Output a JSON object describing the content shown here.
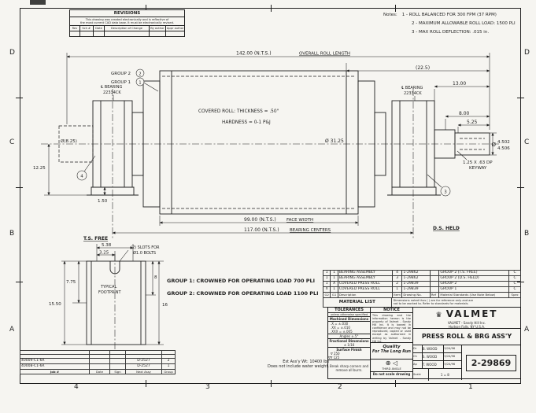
{
  "rev": {
    "title": "REVISIONS",
    "note1": "This drawing was created electronically and is reflective of",
    "note2": "the most current CAD data base.  It must be electronically revised.",
    "cols": [
      "Rev",
      "Sch #",
      "Date",
      "Description of Change",
      "By author",
      "Appr author"
    ]
  },
  "zones": {
    "letters": [
      "D",
      "C",
      "B",
      "A"
    ],
    "numbers": [
      "4",
      "3",
      "2",
      "1"
    ]
  },
  "notes": {
    "label": "Notes:",
    "n1": "1 - ROLL BALANCED FOR 300 FPM (37 RPM)",
    "n2": "2 - MAXIMUM ALLOWABLE ROLL LOAD: 1500 PLI",
    "n3": "3 - MAX ROLL DEFLECTION: .015 in."
  },
  "dwg": {
    "overall_len": "142.00 (N.T.S.)",
    "overall_len_lbl": "OVERALL ROLL LENGTH",
    "ref_22_5": "(22.5)",
    "dim_13": "13.00",
    "dim_8": "8.00",
    "dim_5_25": "5.25",
    "dia_sym": "Ø",
    "shaft_dia_top": "4.502",
    "shaft_dia_bot": "4.506",
    "keyway1": "1.25 X .63 DP",
    "keyway2": "KEYWAY",
    "cover1": "COVERED ROLL:  THICKNESS = .50\"",
    "cover2": "HARDNESS  =  0-1 P&J",
    "body_dia": "Ø 31.25",
    "journal_dia": "Ø(8.25)",
    "dim_12_25": "12.25",
    "dim_1_50": "1.50",
    "face_w": "99.00 (N.T.S.)",
    "face_w_lbl": "FACE WIDTH",
    "brg_c": "117.00 (N.T.S.)",
    "brg_c_lbl": "BEARING CENTERS",
    "ts": "T.S. FREE",
    "ds": "D.S. HELD",
    "brg_cl1": "℄ BEARING",
    "brg_cl2": "22334CK",
    "grp2": "GROUP 2",
    "grp1": "GROUP 1",
    "b1": "1",
    "b2": "2",
    "b3": "3",
    "b4": "4"
  },
  "fp": {
    "d538": "5.38",
    "d325": "3.25",
    "slots1": "(2) SLOTS FOR",
    "slots2": "Ø1.0 BOLTS",
    "d775": "7.75",
    "d1550": "15.50",
    "d16": "16",
    "d8": "8",
    "lbl1": "TYPICAL",
    "lbl2": "FOOTPRINT"
  },
  "gn": {
    "g1": "GROUP 1:  CROWNED FOR OPERATING LOAD 700 PLI",
    "g2": "GROUP 2:  CROWNED FOR OPERATING LOAD 1100 PLI"
  },
  "ml": {
    "rows": [
      {
        "q2": "1",
        "q1": "1",
        "desc": "BEARING ASSEMBLY",
        "item": "4",
        "dwg": "1-29862",
        "ref": "",
        "note": "GROUP 2 (T.S. FREE)",
        "spec": "C"
      },
      {
        "q2": "1",
        "q1": "1",
        "desc": "BEARING ASSEMBLY",
        "item": "3",
        "dwg": "1-29862",
        "ref": "",
        "note": "GROUP 2 (D.S. HELD)",
        "spec": "C"
      },
      {
        "q2": "1",
        "q1": "X",
        "desc": "COVERED PRESS ROLL",
        "item": "2",
        "dwg": "1-29839",
        "ref": "",
        "note": "GROUP 2",
        "spec": "C"
      },
      {
        "q2": "X",
        "q1": "1",
        "desc": "COVERED PRESS ROLL",
        "item": "1",
        "dwg": "1-29839",
        "ref": "",
        "note": "GROUP 1",
        "spec": "C"
      }
    ],
    "h_q2": "G2",
    "h_q1": "G1",
    "h_desc": "Description",
    "h_item": "Item",
    "h_dwg": "Drawing No.",
    "h_ref": "Ref",
    "h_note": "Material Standards (Use Note Below)",
    "h_spec": "Spec",
    "title": "MATERIAL LIST",
    "fine1": "Dimensions noted thus ( ) are for reference only and are",
    "fine2": "not to be worked to.  Refer to standards for materials."
  },
  "tol": {
    "title": "TOLERANCES",
    "sub": "unless otherwise specified",
    "mach": "Machined Dimensions",
    "m1": ".X   =  ±.030",
    "m2": ".XX  =  ±.010",
    "m3": ".XXX =  ±.005",
    "ang": "Angles ±.5°",
    "frac": "Fractional Dimensions",
    "fracv": "± 1/16",
    "fin": "Surface Finish",
    "f1": "∇  250",
    "f2": "∇∇  125",
    "f3": "∇∇∇  63",
    "f4": "∇∇∇∇  32",
    "note1": "Break sharp corners and",
    "note2": "remove all burrs."
  },
  "ntc": {
    "title": "NOTICE",
    "body": "This drawing and the information hereon is the property of Valmet - Sandy Hill Inc. It is loaned in confidence and may not be reproduced, copied or used except as authorized in writing by Valmet - Sandy Hill Inc.",
    "q1": "Quality",
    "q2": "For The Long Run",
    "proj_sym": "⊕ ◁",
    "proj": "THIRD ANGLE",
    "scale_note": "Do not scale drawing"
  },
  "tb": {
    "crown": "♛",
    "brand": "VALMET",
    "addr1": "VALMET - Sandy Hill Inc.",
    "addr2": "Hudson Falls, NY U.S.A.",
    "title": "PRESS ROLL & BRG ASS'Y",
    "no": "2-29869",
    "s1l": "Dr",
    "s1n": "B. WOOD",
    "s1d": "5/24/96",
    "s2l": "Ch",
    "s2n": "S. WOOD",
    "s2d": "5/24/96",
    "s3l": "Ap",
    "s3n": "T. WOOD",
    "s3d": "5/24/96",
    "scale_lbl": "Scale",
    "scale_val": "1 = 8"
  },
  "jt": {
    "r1_job": "40009-C1-6R",
    "r1_next": "D-2527",
    "r1_grp": "2",
    "r2_job": "40008-C1-6R",
    "r2_next": "D-2527",
    "r2_grp": "1",
    "h_job": "Job #",
    "h_date": "Date",
    "h_sign": "Sign",
    "h_next": "Next Assy",
    "h_grp": "Group"
  },
  "wt": {
    "l1": "Est Ass'y Wt:  10400 lbs",
    "l2": "Does not include water weight."
  }
}
